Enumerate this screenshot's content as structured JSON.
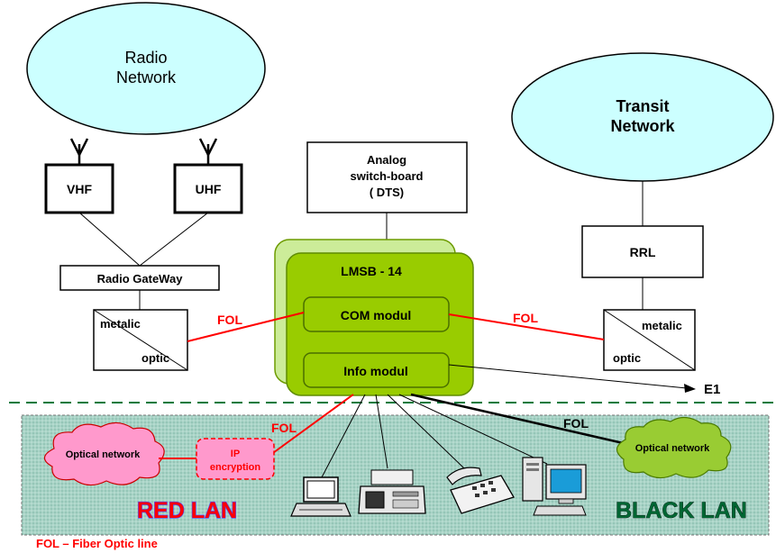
{
  "clouds": {
    "radio_network": [
      "Radio",
      "Network"
    ],
    "transit_network": [
      "Transit",
      "Network"
    ]
  },
  "radio": {
    "vhf": "VHF",
    "uhf": "UHF",
    "gateway": "Radio GateWay"
  },
  "converters": {
    "left_top": "metalic",
    "left_bottom": "optic",
    "right_top": "metalic",
    "right_bottom": "optic"
  },
  "switchboard": [
    "Analog",
    "switch-board",
    "( DTS)"
  ],
  "rrl": "RRL",
  "lmsb": {
    "title": "LMSB - 14",
    "com_module": "COM modul",
    "info_module": "Info modul"
  },
  "links": {
    "fol_left": "FOL",
    "fol_right": "FOL",
    "fol_lan_red": "FOL",
    "fol_lan_black": "FOL",
    "e1": "E1"
  },
  "lan": {
    "optical_network_left": "Optical network",
    "ip_encryption": [
      "IP",
      "encryption"
    ],
    "optical_network_right": "Optical network",
    "red_lan": "RED LAN",
    "black_lan": "BLACK LAN"
  },
  "legend": "FOL – Fiber Optic line",
  "colors": {
    "cloud_fill": "#ccffff",
    "lmsb_fill": "#99cc00",
    "lmsb_back_fill": "#ccec99",
    "lan_fill": "#a6d1c4",
    "red": "#ff0000",
    "dashed_line": "#007a3d",
    "optical_green": "#99cc33",
    "optical_pink": "#ff99cc"
  }
}
